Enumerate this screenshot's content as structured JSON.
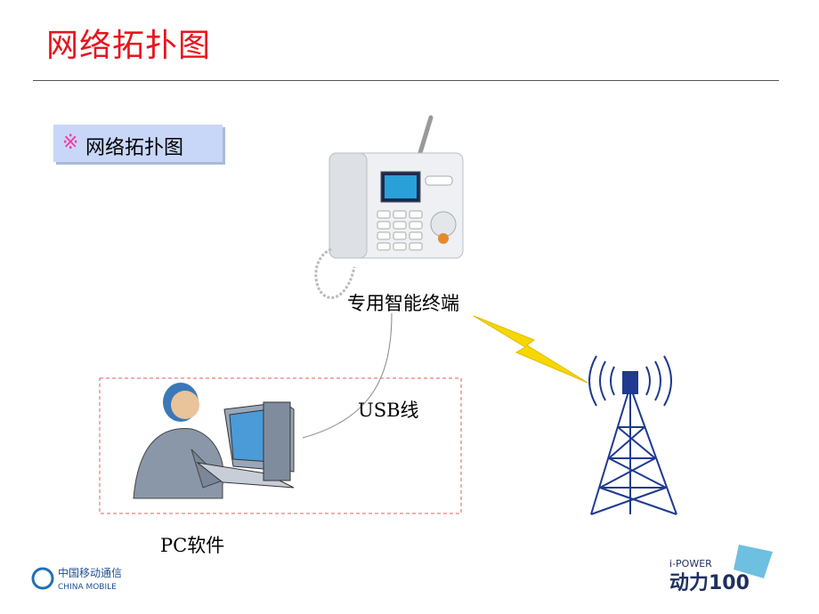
{
  "title": "网络拓扑图",
  "section_label": {
    "mark": "※",
    "text": "网络拓扑图"
  },
  "captions": {
    "terminal": "专用智能终端",
    "usb": "USB线",
    "pc": "PC软件"
  },
  "footer": {
    "left_logo_cn": "中国移动通信",
    "left_logo_en": "CHINA MOBILE",
    "right_logo_top": "i-POWER",
    "right_logo_main": "动力100"
  },
  "colors": {
    "title": "#e8141e",
    "label_bg": "#c8d7f8",
    "mark": "#ff3399",
    "bolt": "#f5d800",
    "tower": "#1f3a8f"
  }
}
